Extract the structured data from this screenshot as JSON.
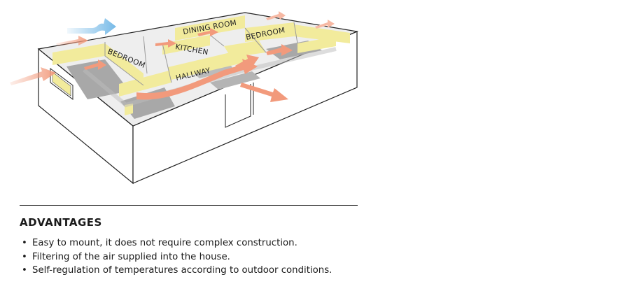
{
  "diagram": {
    "rooms": [
      {
        "id": "dining",
        "label": "DINING ROOM"
      },
      {
        "id": "bedroom1",
        "label": "BEDROOM"
      },
      {
        "id": "bedroom2",
        "label": "BEDROOM"
      },
      {
        "id": "kitchen",
        "label": "KITCHEN"
      },
      {
        "id": "hallway",
        "label": "HALLWAY"
      }
    ],
    "colors": {
      "fresh_air": "#f29a7c",
      "fresh_air_light": "#f7b9a4",
      "exhaust_air": "#6fb6e6",
      "room_fill": "#f2eb9c",
      "floor_gray": "#a8a8a8",
      "wall_gray": "#dcdcdc"
    }
  },
  "advantages": {
    "heading": "ADVANTAGES",
    "bullet": "•",
    "items": [
      "Easy to mount, it does not require complex construction.",
      "Filtering of the air supplied into the house.",
      "Self-regulation of temperatures according to outdoor conditions."
    ]
  }
}
